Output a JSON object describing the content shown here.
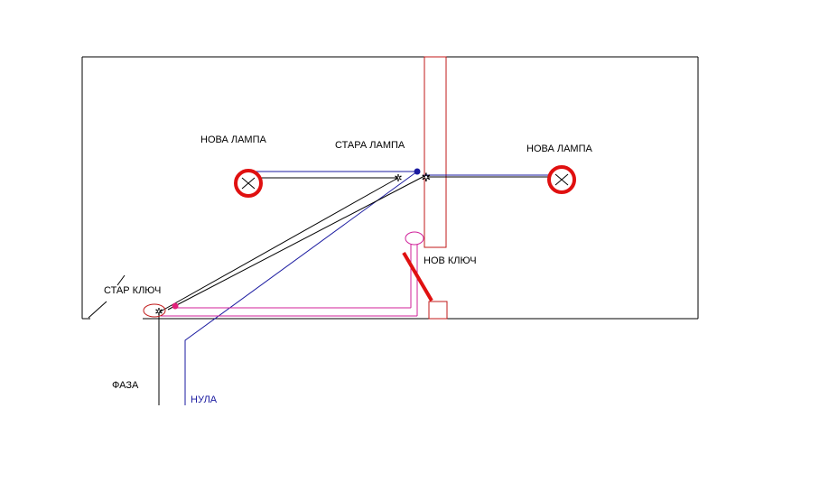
{
  "labels": {
    "new_lamp_left": "НОВА ЛАМПА",
    "old_lamp": "СТАРА ЛАМПА",
    "new_lamp_right": "НОВА ЛАМПА",
    "new_switch": "НОВ КЛЮЧ",
    "old_switch": "СТАР КЛЮЧ",
    "phase": "ФАЗА",
    "neutral": "НУЛА"
  },
  "colors": {
    "wall": "#000000",
    "phase_wire": "#000000",
    "neutral_wire": "#1a1aa0",
    "switch_wire": "#d0209a",
    "lamp": "#e01010",
    "column": "#c01818"
  }
}
